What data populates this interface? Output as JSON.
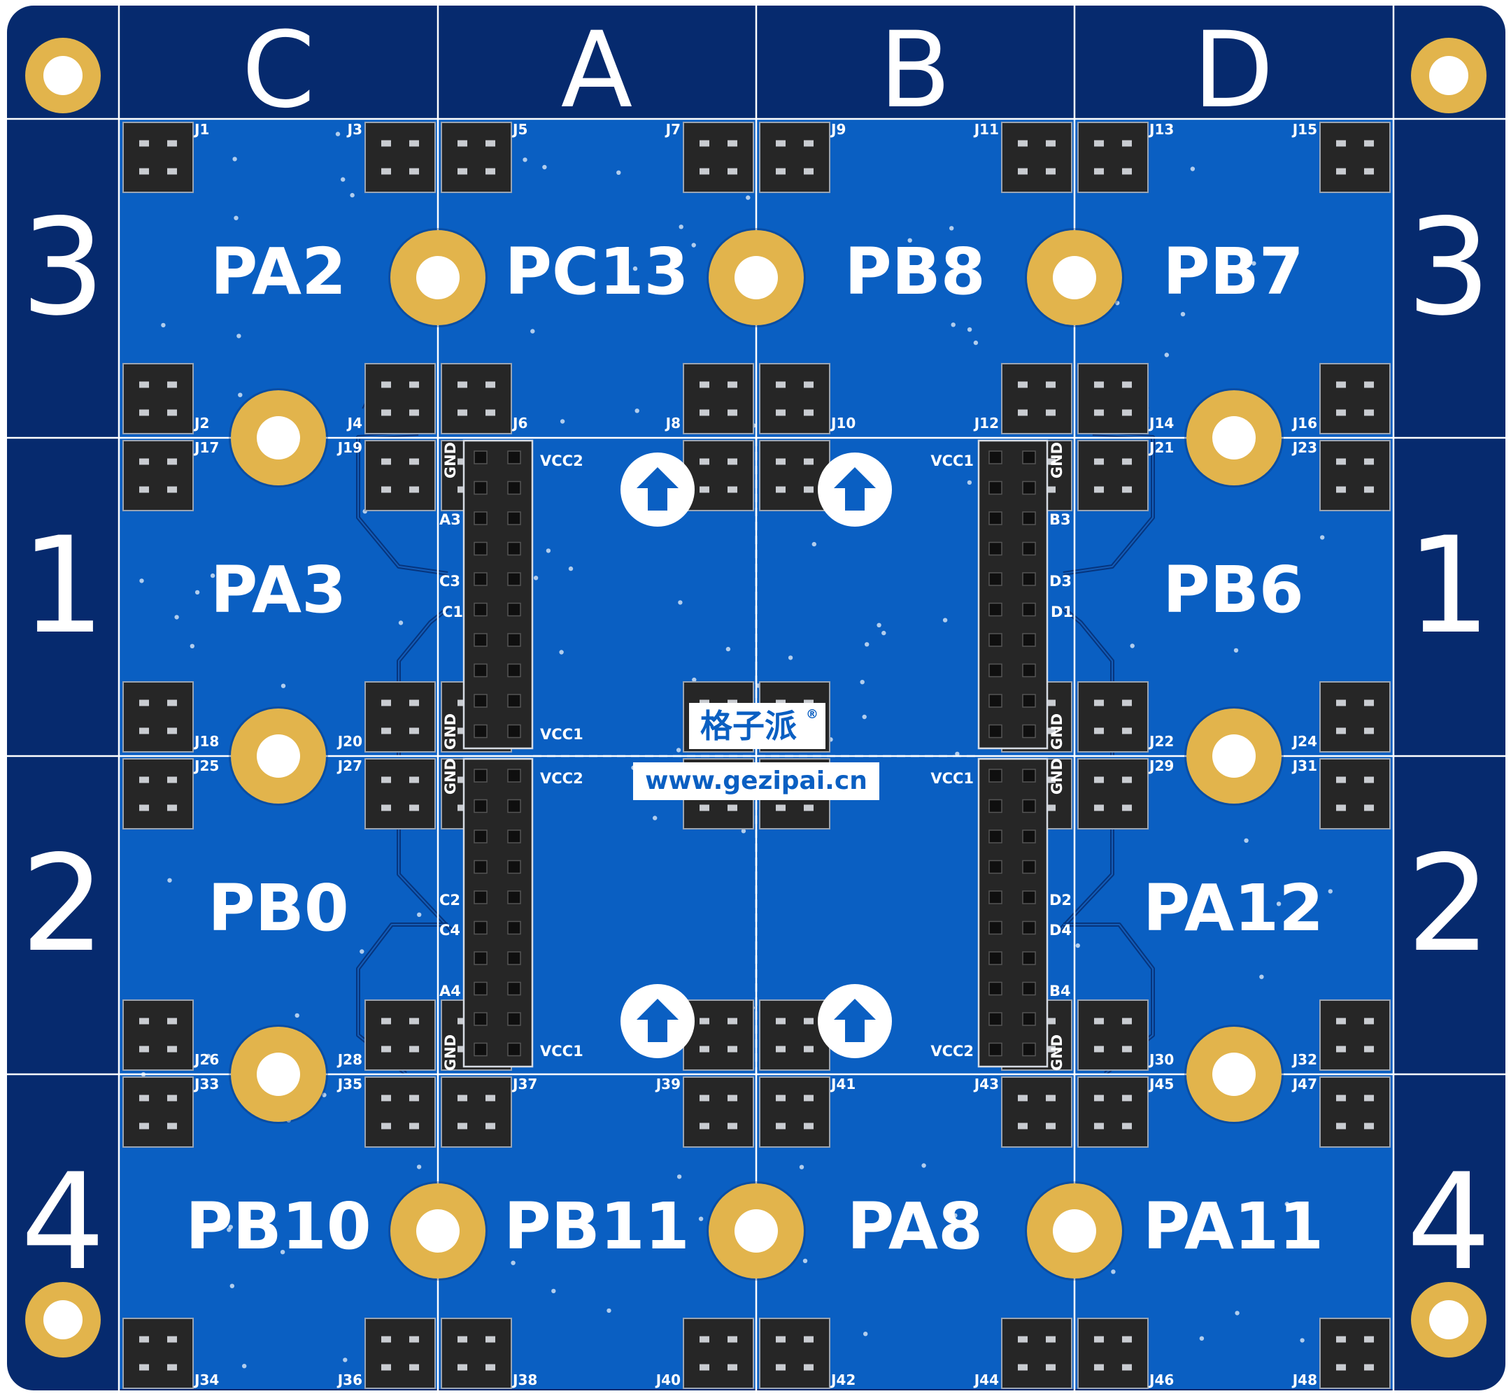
{
  "columns": [
    "C",
    "A",
    "B",
    "D"
  ],
  "rows": [
    "3",
    "1",
    "2",
    "4"
  ],
  "cells": [
    [
      "PA2",
      "PC13",
      "PB8",
      "PB7"
    ],
    [
      "PA3",
      "",
      "",
      "PB6"
    ],
    [
      "PB0",
      "",
      "",
      "PA12"
    ],
    [
      "PB10",
      "PB11",
      "PA8",
      "PA11"
    ]
  ],
  "connectors": [
    "J1",
    "J2",
    "J3",
    "J4",
    "J5",
    "J6",
    "J7",
    "J8",
    "J9",
    "J10",
    "J11",
    "J12",
    "J13",
    "J14",
    "J15",
    "J16",
    "J17",
    "J18",
    "J19",
    "J20",
    "J21",
    "J22",
    "J23",
    "J24",
    "J25",
    "J26",
    "J27",
    "J28",
    "J29",
    "J30",
    "J31",
    "J32",
    "J33",
    "J34",
    "J35",
    "J36",
    "J37",
    "J38",
    "J39",
    "J40",
    "J41",
    "J42",
    "J43",
    "J44",
    "J45",
    "J46",
    "J47",
    "J48"
  ],
  "headers": {
    "left_top": {
      "top": "GND",
      "bottom": "GND",
      "vcc_top": "VCC2",
      "vcc_bottom": "VCC1",
      "pins": [
        "A3",
        "C3",
        "C1"
      ]
    },
    "left_bot": {
      "top": "GND",
      "bottom": "GND",
      "vcc_top": "VCC2",
      "vcc_bottom": "VCC1",
      "pins": [
        "C2",
        "C4",
        "A4"
      ]
    },
    "right_top": {
      "top": "GND",
      "bottom": "GND",
      "vcc_top": "VCC1",
      "pins": [
        "B3",
        "D3",
        "D1"
      ]
    },
    "right_bot": {
      "top": "GND",
      "bottom": "GND",
      "vcc_top": "VCC1",
      "vcc_bottom": "VCC2",
      "pins": [
        "D2",
        "D4",
        "B4"
      ]
    }
  },
  "brand": {
    "name": "格子派",
    "reg": "®",
    "url": "www.gezipai.cn"
  },
  "colors": {
    "navy": "#062a6e",
    "blue": "#0a5fc2",
    "gold": "#e2b44c",
    "connector": "#262626",
    "silk": "#ffffff"
  },
  "icons": [
    "up-arrow-icon",
    "mounting-hole-icon"
  ]
}
